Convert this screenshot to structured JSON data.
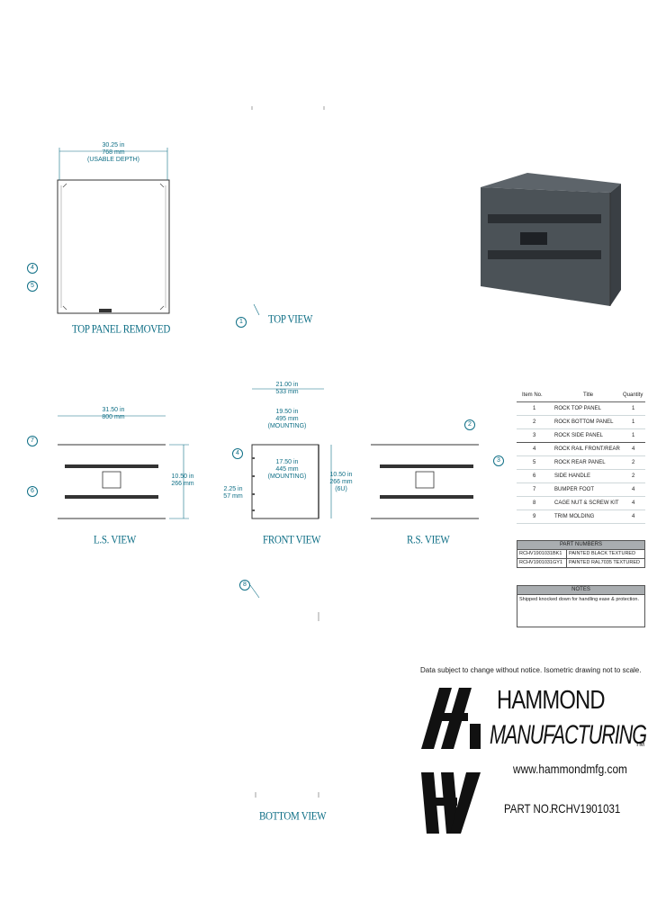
{
  "views": {
    "top_panel_removed": "TOP PANEL REMOVED",
    "top_view": "TOP VIEW",
    "ls_view": "L.S. VIEW",
    "front_view": "FRONT VIEW",
    "rs_view": "R.S. VIEW",
    "bottom_view": "BOTTOM VIEW"
  },
  "dimensions": {
    "tpr_width": "30.25 in\n768 mm\n(USABLE DEPTH)",
    "ls_width": "31.50 in\n800 mm",
    "ls_height": "10.50 in\n266 mm",
    "front_width_outer": "21.00 in\n533 mm",
    "front_width_inner": "19.50 in\n495 mm\n(MOUNTING)",
    "front_height": "10.50 in\n266 mm\n(6U)",
    "front_usable": "17.50 in\n445 mm\n(MOUNTING)",
    "front_left": "2.25 in\n57 mm"
  },
  "callouts": [
    "1",
    "2",
    "3",
    "4",
    "5",
    "6",
    "7",
    "8"
  ],
  "bom": {
    "headers": [
      "Item No.",
      "Title",
      "Quantity"
    ],
    "rows": [
      {
        "item": "1",
        "title": "ROCK TOP PANEL",
        "qty": "1"
      },
      {
        "item": "2",
        "title": "ROCK BOTTOM PANEL",
        "qty": "1"
      },
      {
        "item": "3",
        "title": "ROCK SIDE PANEL",
        "qty": "1"
      },
      {
        "item": "4",
        "title": "ROCK RAIL FRONT/REAR",
        "qty": "4"
      },
      {
        "item": "5",
        "title": "ROCK REAR PANEL",
        "qty": "2"
      },
      {
        "item": "6",
        "title": "SIDE HANDLE",
        "qty": "2"
      },
      {
        "item": "7",
        "title": "BUMPER FOOT",
        "qty": "4"
      },
      {
        "item": "8",
        "title": "CAGE NUT & SCREW KIT",
        "qty": "4"
      },
      {
        "item": "9",
        "title": "TRIM MOLDING",
        "qty": "4"
      }
    ]
  },
  "part_numbers": {
    "header": "PART NUMBERS",
    "rows": [
      {
        "pn": "RCHV1901031BK1",
        "desc": "PAINTED BLACK TEXTURED"
      },
      {
        "pn": "RCHV1901031GY1",
        "desc": "PAINTED RAL7035 TEXTURED"
      }
    ]
  },
  "notes": {
    "header": "NOTES",
    "text": "Shipped knocked down for handling ease & protection."
  },
  "disclaimer": "Data subject to change without notice. Isometric drawing not to scale.",
  "brand": {
    "line1": "HAMMOND",
    "line2": "MANUFACTURING",
    "tm": "TM",
    "url": "www.hammondmfg.com",
    "part_label": "PART NO.",
    "part_number": "RCHV1901031"
  },
  "colors": {
    "dimension": "#0f6f86",
    "enclosure": "#4b5257",
    "logo": "#111111"
  }
}
